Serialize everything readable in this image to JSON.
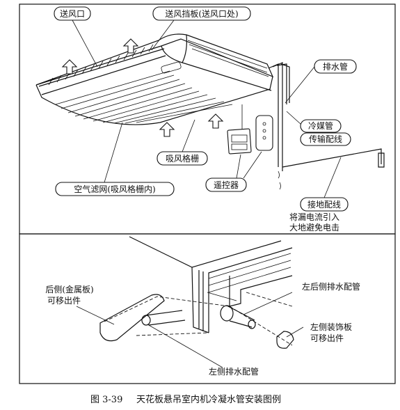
{
  "labels": {
    "air_outlet": "送风口",
    "air_baffle": "送风挡板(送风口处)",
    "drain_pipe": "排水管",
    "refrigerant_pipe": "冷媒管",
    "transmission_wire": "传输配线",
    "intake_grille": "吸风格栅",
    "remote_control": "遥控器",
    "air_filter": "空气滤网(吸风格栅内)",
    "ground_wire": "接地配线",
    "ground_note_line1": "将漏电流引入",
    "ground_note_line2": "大地避免电击",
    "rear_panel_line1": "后侧(金属板)",
    "rear_panel_line2": "可移出件",
    "left_rear_drain": "左后侧排水配管",
    "left_panel_line1": "左侧装饰板",
    "left_panel_line2": "可移出件",
    "left_drain": "左侧排水配管"
  },
  "caption": {
    "number": "图 3-39",
    "title": "天花板悬吊室内机冷凝水管安装图例"
  }
}
